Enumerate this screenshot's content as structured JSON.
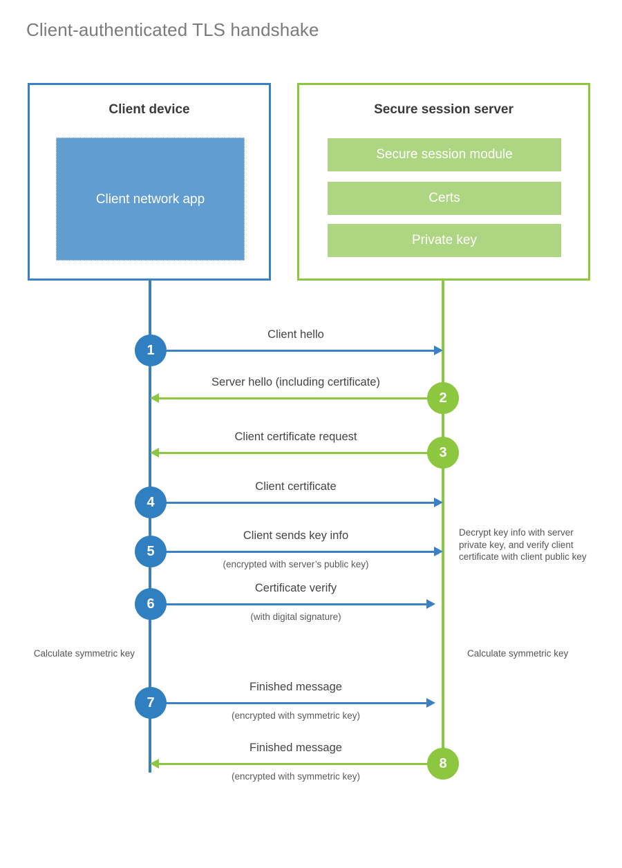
{
  "diagram": {
    "title": "Client-authenticated TLS handshake",
    "colors": {
      "client_blue": "#3b7fc4",
      "client_app_fill": "#629dd1",
      "server_green": "#8dc63f",
      "server_bar_fill": "#aed581",
      "title_gray": "#7b7b7b",
      "text_gray": "#444444"
    }
  },
  "client": {
    "title": "Client device",
    "app_label": "Client network app"
  },
  "server": {
    "title": "Secure session server",
    "components": [
      {
        "label": "Secure session module"
      },
      {
        "label": "Certs"
      },
      {
        "label": "Private key"
      }
    ]
  },
  "messages": [
    {
      "number": "1",
      "label": "Client hello",
      "sublabel": "",
      "direction": "client-to-server",
      "color": "blue"
    },
    {
      "number": "2",
      "label": "Server hello (including certificate)",
      "sublabel": "",
      "direction": "server-to-client",
      "color": "green"
    },
    {
      "number": "3",
      "label": "Client certificate request",
      "sublabel": "",
      "direction": "server-to-client",
      "color": "green"
    },
    {
      "number": "4",
      "label": "Client certificate",
      "sublabel": "",
      "direction": "client-to-server",
      "color": "blue"
    },
    {
      "number": "5",
      "label": "Client sends key info",
      "sublabel": "(encrypted with server’s public key)",
      "direction": "client-to-server",
      "color": "blue"
    },
    {
      "number": "6",
      "label": "Certificate verify",
      "sublabel": "(with digital signature)",
      "direction": "client-to-server",
      "color": "blue"
    },
    {
      "number": "7",
      "label": "Finished message",
      "sublabel": "(encrypted with symmetric key)",
      "direction": "client-to-server",
      "color": "blue"
    },
    {
      "number": "8",
      "label": "Finished message",
      "sublabel": "(encrypted with symmetric key)",
      "direction": "server-to-client",
      "color": "green"
    }
  ],
  "notes": {
    "decrypt": "Decrypt key info with server private key, and verify client certificate with client public key",
    "calculate_client": "Calculate symmetric key",
    "calculate_server": "Calculate symmetric key"
  }
}
